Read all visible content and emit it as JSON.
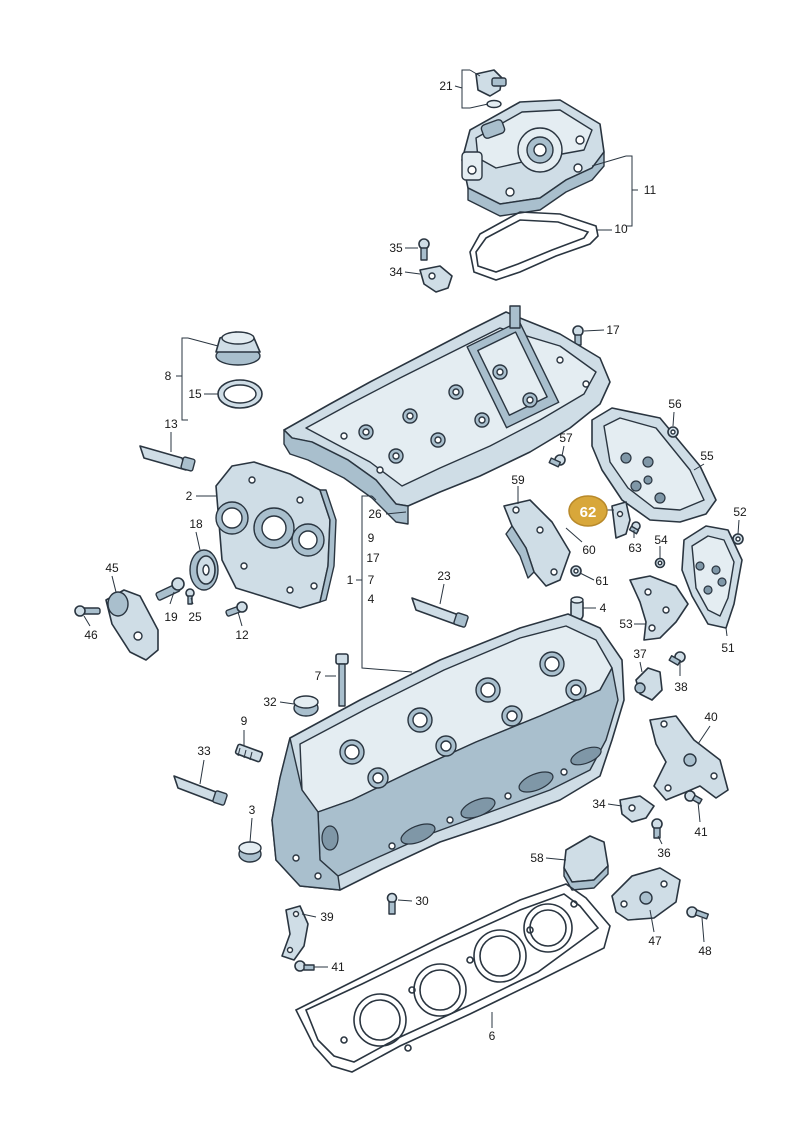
{
  "accent_color": "#d8a73a",
  "highlight": {
    "label": "62",
    "icon": "highlight-callout-badge"
  },
  "labels": {
    "l21": "21",
    "l11": "11",
    "l10": "10",
    "l35": "35",
    "l34a": "34",
    "l17a": "17",
    "l8": "8",
    "l15": "15",
    "l13": "13",
    "l56": "56",
    "l57": "57",
    "l55": "55",
    "l2": "2",
    "l59": "59",
    "l26": "26",
    "l18": "18",
    "l52": "52",
    "l60": "60",
    "l63": "63",
    "l54": "54",
    "l9a": "9",
    "l17b": "17",
    "l45": "45",
    "l1": "1",
    "l7a": "7",
    "l4a": "4",
    "l23": "23",
    "l61": "61",
    "l19": "19",
    "l25": "25",
    "l46": "46",
    "l12": "12",
    "l4b": "4",
    "l53": "53",
    "l51": "51",
    "l37": "37",
    "l7b": "7",
    "l38": "38",
    "l32": "32",
    "l40": "40",
    "l9b": "9",
    "l33": "33",
    "l34b": "34",
    "l41a": "41",
    "l3": "3",
    "l36": "36",
    "l58": "58",
    "l30": "30",
    "l39": "39",
    "l47": "47",
    "l48": "48",
    "l41b": "41",
    "l6": "6"
  }
}
